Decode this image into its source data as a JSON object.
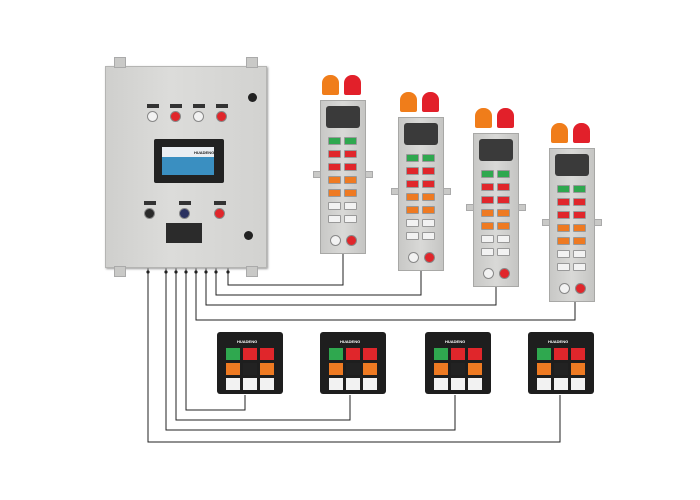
{
  "brand_logo": "HUADENG",
  "colors": {
    "green": "#2fa84f",
    "red": "#e0262b",
    "orange": "#ee7a22",
    "white": "#f2f2f2",
    "wire": "#222222",
    "beacon_orange": "#f07d1a",
    "beacon_red": "#e2202a"
  },
  "cabinet": {
    "top_buttons": [
      "white",
      "red",
      "white",
      "red"
    ],
    "bottom_buttons": [
      "black",
      "blue",
      "red"
    ]
  },
  "station_keys": [
    "green",
    "red",
    "red",
    "orange",
    "orange",
    "white",
    "white"
  ],
  "station_count": 4,
  "mini_panel_keys": [
    "green",
    "red",
    "red",
    "orange",
    "dark",
    "orange",
    "white",
    "white",
    "white"
  ],
  "mini_panel_count": 4
}
